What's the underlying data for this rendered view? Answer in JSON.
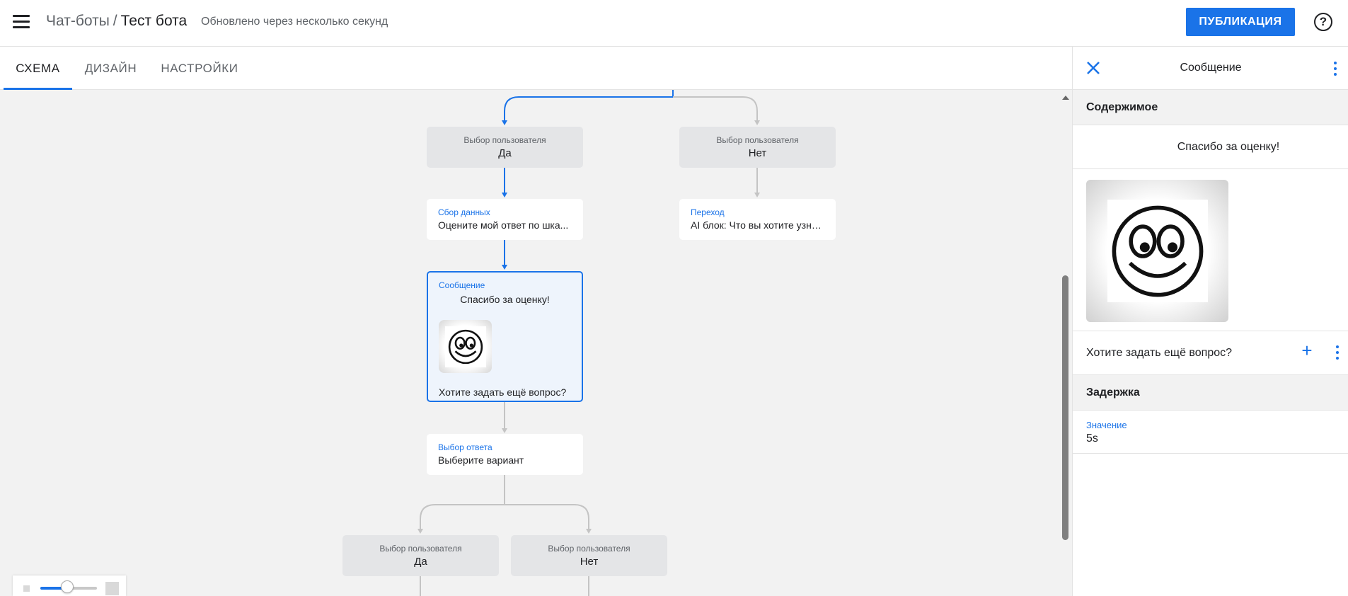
{
  "header": {
    "breadcrumb_root": "Чат-боты",
    "breadcrumb_sep": "/",
    "breadcrumb_current": "Тест бота",
    "updated_text": "Обновлено через несколько секунд",
    "publish_label": "ПУБЛИКАЦИЯ",
    "help_glyph": "?"
  },
  "tabs": [
    {
      "label": "СХЕМА",
      "active": true
    },
    {
      "label": "ДИЗАЙН",
      "active": false
    },
    {
      "label": "НАСТРОЙКИ",
      "active": false
    }
  ],
  "canvas": {
    "nodes": {
      "choice_yes": {
        "caption": "Выбор пользователя",
        "value": "Да"
      },
      "choice_no": {
        "caption": "Выбор пользователя",
        "value": "Нет"
      },
      "data_collect": {
        "type": "Сбор данных",
        "text": "Оцените мой ответ по шка..."
      },
      "transition": {
        "type": "Переход",
        "text": "AI блок: Что вы хотите узна..."
      },
      "message": {
        "type": "Сообщение",
        "text": "Спасибо за оценку!",
        "question": "Хотите задать ещё вопрос?"
      },
      "answer_choice": {
        "type": "Выбор ответа",
        "text": "Выберите вариант"
      },
      "choice_yes_2": {
        "caption": "Выбор пользователя",
        "value": "Да"
      },
      "choice_no_2": {
        "caption": "Выбор пользователя",
        "value": "Нет"
      }
    },
    "zoom_fraction": 0.47
  },
  "panel": {
    "title": "Сообщение",
    "content_section": "Содержимое",
    "message_text": "Спасибо за оценку!",
    "button_label": "Хотите задать ещё вопрос?",
    "delay_section": "Задержка",
    "delay_field_label": "Значение",
    "delay_field_value": "5s"
  },
  "colors": {
    "accent": "#1a73e8",
    "canvas_bg": "#f2f2f2",
    "node_gray": "#e4e5e7",
    "selected_bg": "#eef4fc"
  }
}
